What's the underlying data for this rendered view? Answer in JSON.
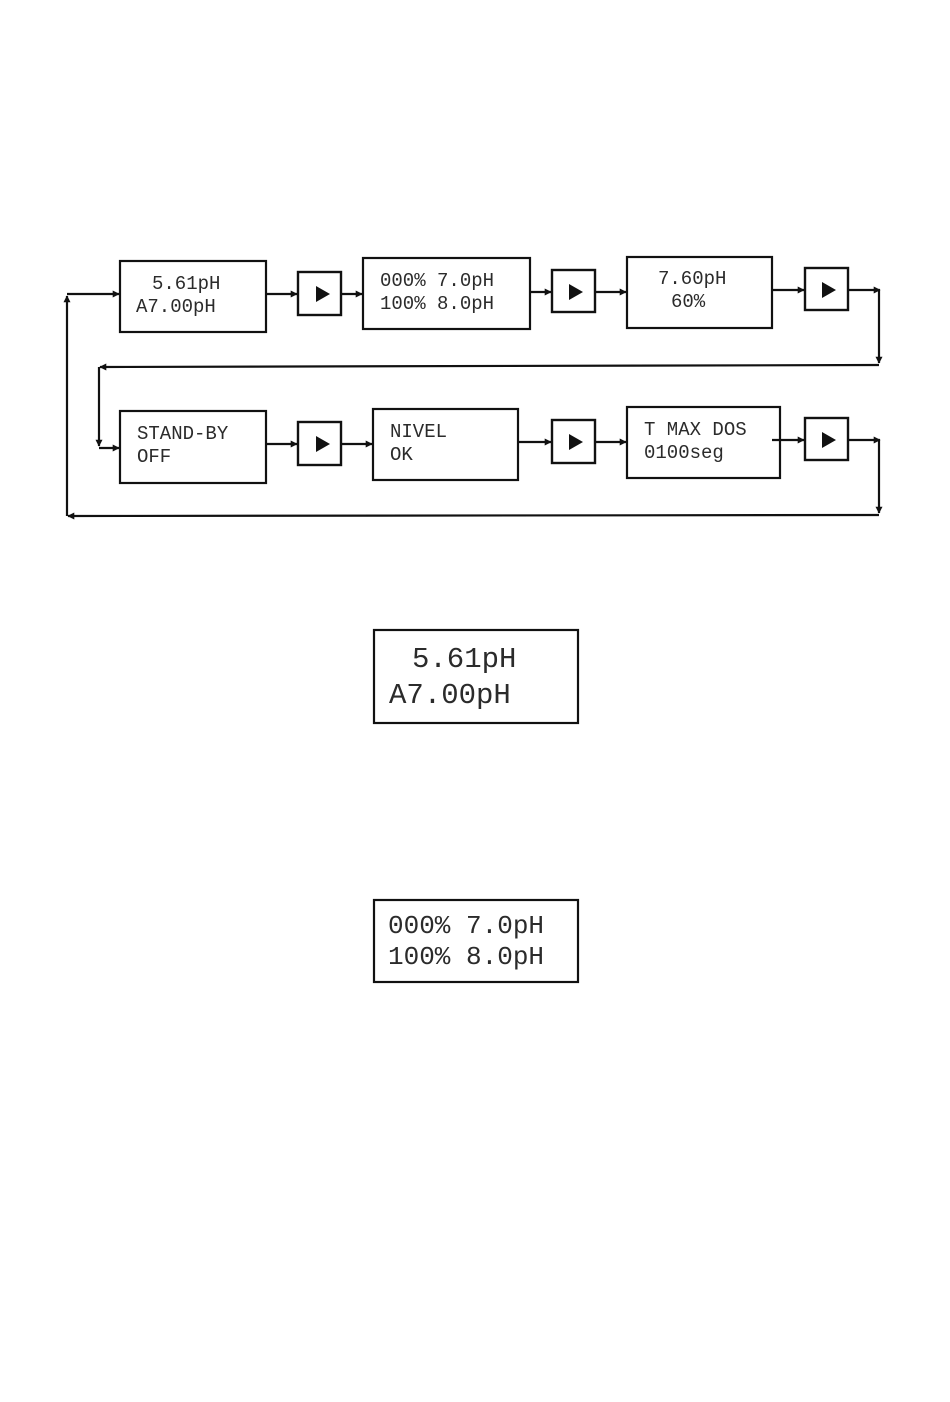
{
  "flow": {
    "row1": [
      {
        "line1": "5.61pH",
        "line2": "A7.00pH"
      },
      {
        "line1": "000% 7.0pH",
        "line2": "100% 8.0pH"
      },
      {
        "line1": "7.60pH",
        "line2": "60%"
      }
    ],
    "row2": [
      {
        "line1": "STAND-BY",
        "line2": "OFF"
      },
      {
        "line1": "NIVEL",
        "line2": "OK"
      },
      {
        "line1": "T MAX DOS",
        "line2": "0100seg"
      }
    ],
    "next_button_icon": "play-icon"
  },
  "detail_screens": [
    {
      "line1": "5.61pH",
      "line2": "A7.00pH"
    },
    {
      "line1": "000% 7.0pH",
      "line2": "100% 8.0pH"
    }
  ]
}
